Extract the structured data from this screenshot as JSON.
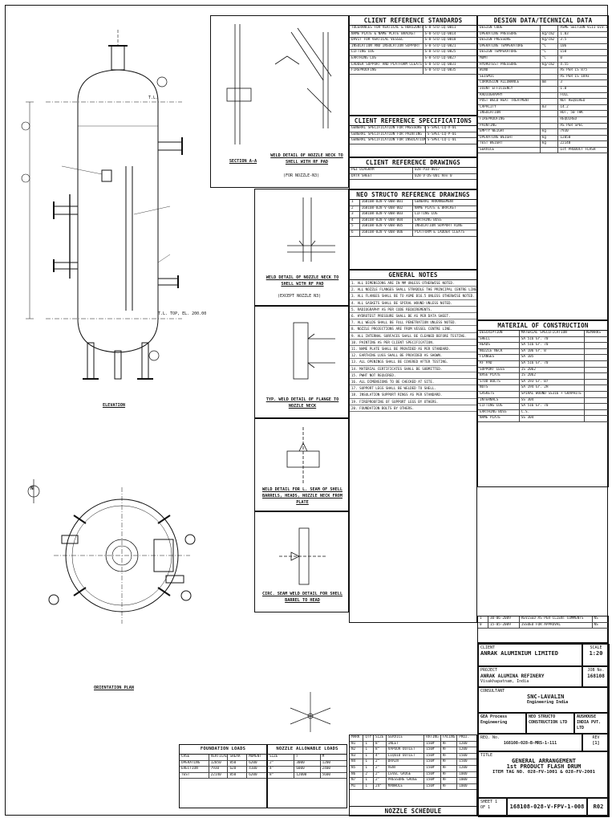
{
  "drawings": {
    "elevation_label": "ELEVATION",
    "orientation_label": "ORIENTATION PLAN",
    "section_aa_label": "SECTION A-A",
    "detail_weld_label": "WELD DETAIL OF NOZZLE NECK TO SHELL WITH RF PAD",
    "detail_weld_sub": "(FOR NOZZLE-N3)",
    "detail_weld2_label": "WELD DETAIL OF NOZZLE NECK TO SHELL WITH RF PAD",
    "detail_weld2_sub": "(EXCEPT NOZZLE N3)",
    "detail_flange_label": "TYP. WELD DETAIL OF FLANGE TO NOZZLE NECK",
    "detail_long_seam_label": "WELD DETAIL FOR L. SEAM OF SHELL BARRELS, HEADS, NOZZLE NECK FROM PLATE",
    "detail_circ_label": "CIRC. SEAM WELD DETAIL FOR SHELL BARREL TO HEAD",
    "tl_top": "T.L.",
    "tl_bottom": "T.L. TOP, EL. 200.00",
    "north": "N"
  },
  "client_standards": {
    "title": "CLIENT REFERENCE STANDARDS",
    "rows": [
      [
        "TOLERANCES FOR VERTICAL & HORIZONTAL VESSEL",
        "S-0-STD-LQ-0011"
      ],
      [
        "NAME PLATE & NAME PLATE BRACKET",
        "S-0-STD-LQ-0014"
      ],
      [
        "DAVIT FOR VERTICAL VESSEL",
        "S-0-STD-LQ-0018"
      ],
      [
        "INSULATION AND INSULATION SUPPORT",
        "S-0-STD-LQ-0021"
      ],
      [
        "LIFTING LUG",
        "S-0-STD-LQ-0025"
      ],
      [
        "EARTHING LUG",
        "S-0-STD-LQ-0027"
      ],
      [
        "LADDER SUPPORT AND PLATFORM CLEATS",
        "S-0-STD-LQ-0031"
      ],
      [
        "FIREPROOFING",
        "S-0-STD-LQ-0035"
      ]
    ]
  },
  "client_specs": {
    "title": "CLIENT REFERENCE SPECIFICATIONS",
    "rows": [
      [
        "GENERAL SPECIFICATION FOR PRESSURE VESSELS",
        "S-SPEC-LQ-V-01"
      ],
      [
        "GENERAL SPECIFICATION FOR PAINTING",
        "S-SPEC-LQ-P-01"
      ],
      [
        "GENERAL SPECIFICATION FOR INSULATION",
        "S-SPEC-LQ-I-01"
      ]
    ]
  },
  "client_drawings": {
    "title": "CLIENT REFERENCE DRAWINGS",
    "rows": [
      [
        "P&I DIAGRAM",
        "028-PID-0017"
      ],
      [
        "DATA SHEET",
        "028-V-DS-001 Rev 0"
      ]
    ]
  },
  "neo_drawings": {
    "title": "NEO STRUCTO REFERENCE DRAWINGS",
    "rows": [
      [
        "1",
        "168108-028-V-008-001",
        "GENERAL ARRANGEMENT"
      ],
      [
        "2",
        "168108-028-V-008-002",
        "NAME PLATE & BRACKET"
      ],
      [
        "3",
        "168108-028-V-008-003",
        "LIFTING LUG"
      ],
      [
        "4",
        "168108-028-V-008-004",
        "EARTHING BOSS"
      ],
      [
        "5",
        "168108-028-V-008-005",
        "INSULATION SUPPORT RING"
      ],
      [
        "6",
        "168108-028-V-008-006",
        "PLATFORM & LADDER CLEATS"
      ]
    ]
  },
  "general_notes": {
    "title": "GENERAL NOTES",
    "items": [
      "1. ALL DIMENSIONS ARE IN MM UNLESS OTHERWISE NOTED.",
      "2. ALL NOZZLE FLANGES SHALL STRADDLE THE PRINCIPAL CENTRE LINES.",
      "3. ALL FLANGES SHALL BE TO ASME B16.5 UNLESS OTHERWISE NOTED.",
      "4. ALL GASKETS SHALL BE SPIRAL WOUND UNLESS NOTED.",
      "5. RADIOGRAPHY AS PER CODE REQUIREMENTS.",
      "6. HYDROTEST PRESSURE SHALL BE AS PER DATA SHEET.",
      "7. ALL WELDS SHALL BE FULL PENETRATION UNLESS NOTED.",
      "8. NOZZLE PROJECTIONS ARE FROM VESSEL CENTRE LINE.",
      "9. ALL INTERNAL SURFACES SHALL BE CLEANED BEFORE TESTING.",
      "10. PAINTING AS PER CLIENT SPECIFICATION.",
      "11. NAME PLATE SHALL BE PROVIDED AS PER STANDARD.",
      "12. EARTHING LUGS SHALL BE PROVIDED AS SHOWN.",
      "13. ALL OPENINGS SHALL BE COVERED AFTER TESTING.",
      "14. MATERIAL CERTIFICATES SHALL BE SUBMITTED.",
      "15. PWHT NOT REQUIRED.",
      "16. ALL DIMENSIONS TO BE CHECKED AT SITE.",
      "17. SUPPORT LEGS SHALL BE WELDED TO SHELL.",
      "18. INSULATION SUPPORT RINGS AS PER STANDARD.",
      "19. FIREPROOFING OF SUPPORT LEGS BY OTHERS.",
      "20. FOUNDATION BOLTS BY OTHERS."
    ]
  },
  "design_data": {
    "title": "DESIGN DATA/TECHNICAL DATA",
    "rows": [
      [
        "DESIGN CODE",
        "",
        "ASME SECTION VIII DIV.1 ED 2007"
      ],
      [
        "OPERATING PRESSURE",
        "kg/cm2",
        "1.03"
      ],
      [
        "DESIGN PRESSURE",
        "kg/cm2",
        "3.5"
      ],
      [
        "OPERATING TEMPERATURE",
        "°C",
        "106"
      ],
      [
        "DESIGN TEMPERATURE",
        "°C",
        "150"
      ],
      [
        "MDMT",
        "°C",
        "0"
      ],
      [
        "HYDROTEST PRESSURE",
        "kg/cm2",
        "4.55"
      ],
      [
        "WIND",
        "",
        "AS PER IS 875"
      ],
      [
        "SEISMIC",
        "",
        "AS PER IS 1893"
      ],
      [
        "CORROSION ALLOWANCE",
        "mm",
        "3"
      ],
      [
        "JOINT EFFICIENCY",
        "",
        "1.0"
      ],
      [
        "RADIOGRAPHY",
        "",
        "FULL"
      ],
      [
        "POST WELD HEAT TREATMENT",
        "",
        "NOT REQUIRED"
      ],
      [
        "CAPACITY",
        "m3",
        "14.2"
      ],
      [
        "INSULATION",
        "",
        "HOT, 50 THK"
      ],
      [
        "FIREPROOFING",
        "",
        "REQUIRED"
      ],
      [
        "PAINTING",
        "",
        "AS PER SPEC"
      ],
      [
        "EMPTY WEIGHT",
        "kg",
        "7930"
      ],
      [
        "OPERATING WEIGHT",
        "kg",
        "12050"
      ],
      [
        "TEST WEIGHT",
        "kg",
        "22140"
      ],
      [
        "SERVICE",
        "",
        "1st PRODUCT FLASH"
      ]
    ]
  },
  "materials": {
    "title": "MATERIAL OF CONSTRUCTION",
    "headers": [
      "DESCRIPTION",
      "MATERIAL SPECIFICATION",
      "REMARKS"
    ],
    "rows": [
      [
        "SHELL",
        "SA 516 Gr. 70",
        ""
      ],
      [
        "HEADS",
        "SA 516 Gr. 70",
        ""
      ],
      [
        "NOZZLE NECK",
        "SA 106 Gr. B",
        ""
      ],
      [
        "FLANGES",
        "SA 105",
        ""
      ],
      [
        "RF PAD",
        "SA 516 Gr. 70",
        ""
      ],
      [
        "SUPPORT LEGS",
        "IS 2062",
        ""
      ],
      [
        "BASE PLATE",
        "IS 2062",
        ""
      ],
      [
        "STUD BOLTS",
        "SA 193 Gr. B7",
        ""
      ],
      [
        "NUTS",
        "SA 194 Gr. 2H",
        ""
      ],
      [
        "GASKETS",
        "SPIRAL WOUND SS316 + GRAPHITE",
        ""
      ],
      [
        "INTERNALS",
        "SS 304",
        ""
      ],
      [
        "LIFTING LUG",
        "SA 516 Gr. 70",
        ""
      ],
      [
        "EARTHING BOSS",
        "C.S.",
        ""
      ],
      [
        "NAME PLATE",
        "SS 304",
        ""
      ]
    ]
  },
  "foundation_loads": {
    "title": "FOUNDATION LOADS",
    "headers": [
      "CASE",
      "VERTICAL",
      "SHEAR",
      "MOMENT"
    ],
    "rows": [
      [
        "OPERATING",
        "12050",
        "850",
        "6200"
      ],
      [
        "ERECTION",
        "7930",
        "620",
        "4100"
      ],
      [
        "TEST",
        "22140",
        "850",
        "6200"
      ]
    ]
  },
  "nozzle_loads": {
    "title": "NOZZLE ALLOWABLE LOADS",
    "headers": [
      "SIZE",
      "F",
      "M"
    ],
    "rows": [
      [
        "2\"",
        "3000",
        "1200"
      ],
      [
        "4\"",
        "6000",
        "2400"
      ],
      [
        "8\"",
        "12000",
        "5600"
      ]
    ]
  },
  "nozzle_schedule": {
    "title": "NOZZLE SCHEDULE",
    "headers": [
      "MARK",
      "QTY",
      "SIZE",
      "SERVICE",
      "RATING",
      "FACING",
      "PROJ."
    ],
    "rows": [
      [
        "N1",
        "1",
        "8\"",
        "INLET",
        "150#",
        "RF",
        "1200"
      ],
      [
        "N2",
        "1",
        "8\"",
        "VAPOUR OUTLET",
        "150#",
        "RF",
        "1200"
      ],
      [
        "N3",
        "1",
        "4\"",
        "LIQUID OUTLET",
        "150#",
        "RF",
        "1500"
      ],
      [
        "N4",
        "1",
        "2\"",
        "DRAIN",
        "150#",
        "RF",
        "1500"
      ],
      [
        "N5",
        "1",
        "2\"",
        "VENT",
        "150#",
        "RF",
        "1200"
      ],
      [
        "N6",
        "2",
        "2\"",
        "LEVEL GAUGE",
        "150#",
        "RF",
        "1000"
      ],
      [
        "N7",
        "1",
        "2\"",
        "PRESSURE GAUGE",
        "150#",
        "RF",
        "1000"
      ],
      [
        "M1",
        "1",
        "24\"",
        "MANHOLE",
        "150#",
        "RF",
        "1000"
      ]
    ]
  },
  "revisions": {
    "rows": [
      [
        "1",
        "30-06-2009",
        "REVISED AS PER CLIENT COMMENTS",
        "NS"
      ],
      [
        "0",
        "15-05-2009",
        "ISSUED FOR APPROVAL",
        "NS"
      ]
    ]
  },
  "title_block": {
    "client_label": "CLIENT",
    "client_name": "ANRAK ALUMINIUM LIMITED",
    "scale_label": "SCALE",
    "scale": "1:20",
    "project_label": "PROJECT",
    "project_name": "ANRAK ALUMINA REFINERY",
    "project_location": "Visakhapatnam, India",
    "job_label": "JOB No.",
    "job_no": "168108",
    "consultant_label": "CONSULTANT",
    "consultant_name": "SNC-LAVALIN",
    "consultant_sub": "Engineering India",
    "fabricator": "NEO STRUCTO CONSTRUCTION LTD",
    "contractor": "GEA Process Engineering",
    "vendor": "AUSHOUSE INDIA PVT. LTD",
    "req_label": "REQ. No.",
    "req_no": "168108-028-B-MRS-1-111",
    "rev_label": "REV",
    "rev": "[1]",
    "title_label": "TITLE",
    "title_line1": "GENERAL ARRANGEMENT",
    "title_line2": "1st PRODUCT FLASH DRUM",
    "title_line3": "ITEM TAG NO. 028-FV-1001 & 028-FV-2001",
    "sheet_label": "SHEET 1 OF 1",
    "drawing_no": "168108-028-V-FPV-1-008",
    "drawing_rev": "R02"
  }
}
